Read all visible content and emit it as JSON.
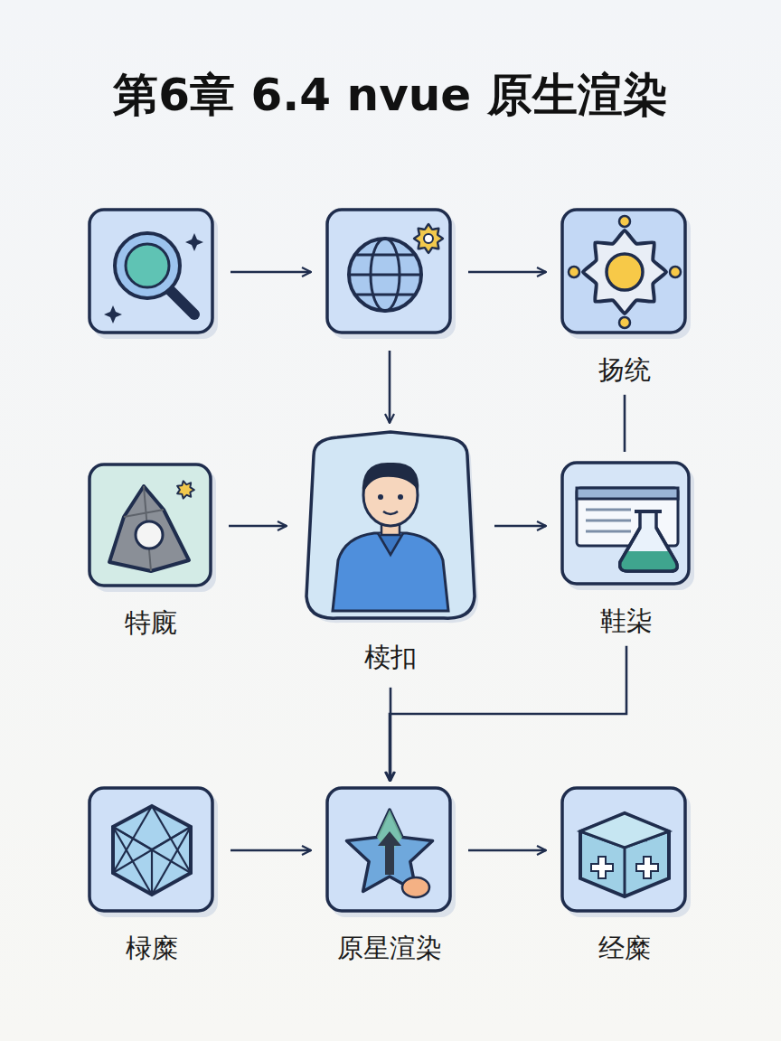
{
  "diagram": {
    "title": "第6章 6.4 nvue 原生渲染",
    "nodes": [
      {
        "text": []
      },
      {
        "text": []
      },
      {
        "text": [
          "扬统"
        ]
      },
      {
        "text": [
          "特廐"
        ]
      },
      {
        "text": [
          "椟扣"
        ]
      },
      {
        "text": [
          "鞋柒"
        ]
      },
      {
        "text": [
          "椂糜"
        ]
      },
      {
        "text": [
          "原星渲染"
        ]
      },
      {
        "text": [
          "经糜"
        ]
      }
    ],
    "edges": [
      {
        "from": 0,
        "to": 1,
        "arrow": "to"
      },
      {
        "from": 1,
        "to": 2,
        "arrow": "to"
      },
      {
        "from": 1,
        "to": 4,
        "arrow": "to"
      },
      {
        "from": 2,
        "to": 5,
        "arrow": "none"
      },
      {
        "from": 3,
        "to": 4,
        "arrow": "to"
      },
      {
        "from": 4,
        "to": 5,
        "arrow": "to"
      },
      {
        "from": 4,
        "to": 7,
        "arrow": "to"
      },
      {
        "from": 5,
        "to": 7,
        "arrow": "to"
      },
      {
        "from": 6,
        "to": 7,
        "arrow": "to"
      },
      {
        "from": 7,
        "to": 8,
        "arrow": "to"
      }
    ]
  }
}
